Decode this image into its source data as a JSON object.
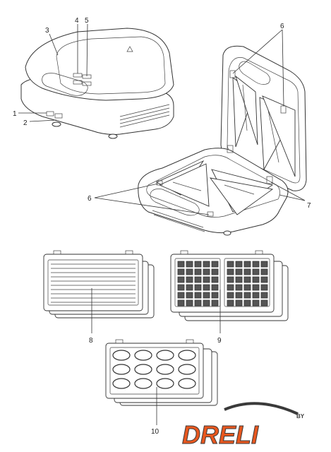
{
  "callouts": [
    {
      "id": "1",
      "text": "1"
    },
    {
      "id": "2",
      "text": "2"
    },
    {
      "id": "3",
      "text": "3"
    },
    {
      "id": "4",
      "text": "4"
    },
    {
      "id": "5",
      "text": "5"
    },
    {
      "id": "6a",
      "text": "6"
    },
    {
      "id": "6b",
      "text": "6"
    },
    {
      "id": "7",
      "text": "7"
    },
    {
      "id": "8",
      "text": "8"
    },
    {
      "id": "9",
      "text": "9"
    },
    {
      "id": "10",
      "text": "10"
    }
  ],
  "logo": {
    "text": "DRELI",
    "superscript": "BY",
    "colors": {
      "primary": "#e8571e",
      "dark": "#3a3a3a",
      "accent": "#f6a24a"
    }
  },
  "palette": {
    "line": "#333333",
    "waffle_cell": "#555555",
    "background": "#ffffff"
  }
}
